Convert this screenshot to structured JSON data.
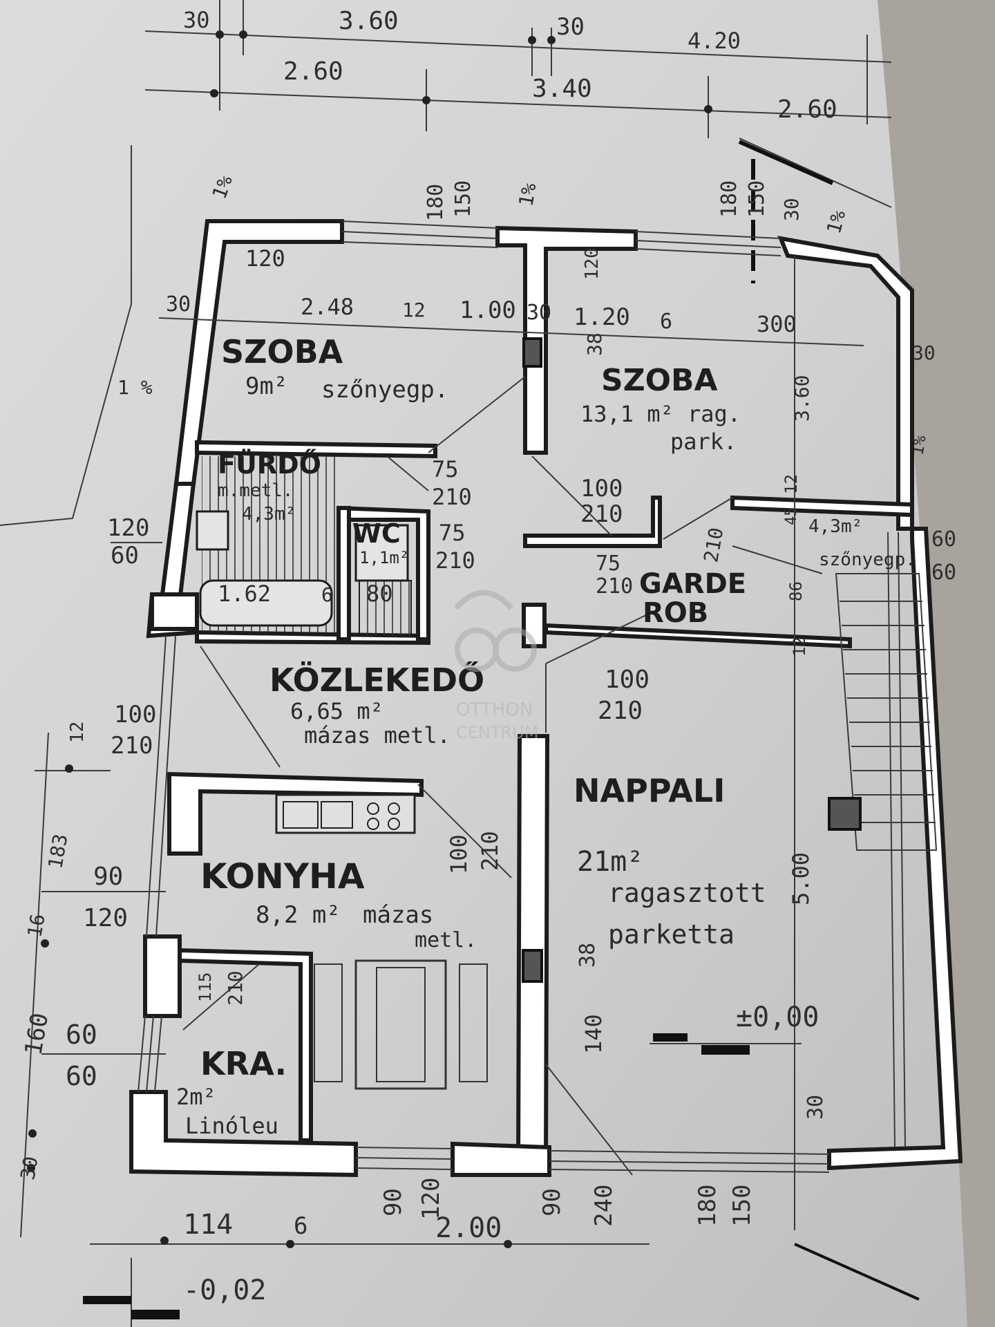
{
  "watermark": {
    "line1": "OTTHON",
    "line2": "CENTRUM"
  },
  "top_dimensions": {
    "row1": [
      "30",
      "3.60",
      "30",
      "4.20"
    ],
    "row2": [
      "2.60",
      "3.40",
      "2.60"
    ]
  },
  "slopes": [
    "1%",
    "1%",
    "1%",
    "1 %",
    "1%"
  ],
  "rooms": [
    {
      "name": "SZOBA",
      "area": "9m²",
      "floor": "szőnyegp."
    },
    {
      "name": "SZOBA",
      "area": "13,1 m²",
      "floor": "rag.",
      "floor2": "park."
    },
    {
      "name": "FÜRDŐ",
      "area": "m.metl.",
      "floor": "4,3m²"
    },
    {
      "name": "WC",
      "area": "1,1m²"
    },
    {
      "name": "GARDE",
      "name2": "ROB",
      "area": "4,3m²",
      "floor": "szőnyegp."
    },
    {
      "name": "KÖZLEKEDŐ",
      "area": "6,65 m²",
      "floor": "mázas metl."
    },
    {
      "name": "NAPPALI",
      "area": "21m²",
      "floor": "ragasztott",
      "floor2": "parketta"
    },
    {
      "name": "KONYHA",
      "area": "8,2 m²",
      "floor": "mázas",
      "floor2": "metl."
    },
    {
      "name": "KRA.",
      "area": "2m²",
      "floor": "Linóleu"
    }
  ],
  "interior_dimensions": {
    "window_top_left": [
      "180",
      "150"
    ],
    "window_top_right": [
      "180",
      "150"
    ],
    "wall_120": "120",
    "wall_120b": "120",
    "row": [
      "30",
      "2.48",
      "12",
      "1.00",
      "30",
      "1.20",
      "6",
      "300"
    ],
    "h38a": "38",
    "h30r": "30",
    "h360": "3.60",
    "h30rr": "30",
    "door_fur": [
      "75",
      "210"
    ],
    "door_wc": [
      "75",
      "210"
    ],
    "door_szoba2": [
      "100",
      "210"
    ],
    "door_garde_a": [
      "75",
      "210"
    ],
    "door_garde_b": "210",
    "garde_12": "12",
    "garde_45": "45",
    "garde_86": "86",
    "garde_12b": "12",
    "win_left": [
      "120",
      "60"
    ],
    "bath": "1.62",
    "bath6": "6",
    "wc80": "80",
    "door_kozl": [
      "100",
      "210"
    ],
    "door_nappali": [
      "100",
      "210"
    ],
    "door_konyha": [
      "100",
      "210"
    ],
    "side_left": [
      "12",
      "183",
      "16",
      "160",
      "30"
    ],
    "win_konyha": [
      "90",
      "120"
    ],
    "win_kra": [
      "60",
      "60"
    ],
    "kra_door": [
      "115",
      "210"
    ],
    "h500": "5.00",
    "h38b": "38",
    "h140": "140",
    "level": "±0,00",
    "h30b": "30",
    "side_right": [
      "60",
      "60"
    ],
    "bottom": [
      "114",
      "6",
      "90",
      "120",
      "2.00",
      "90",
      "240",
      "180",
      "150"
    ],
    "level_out": "-0,02"
  }
}
